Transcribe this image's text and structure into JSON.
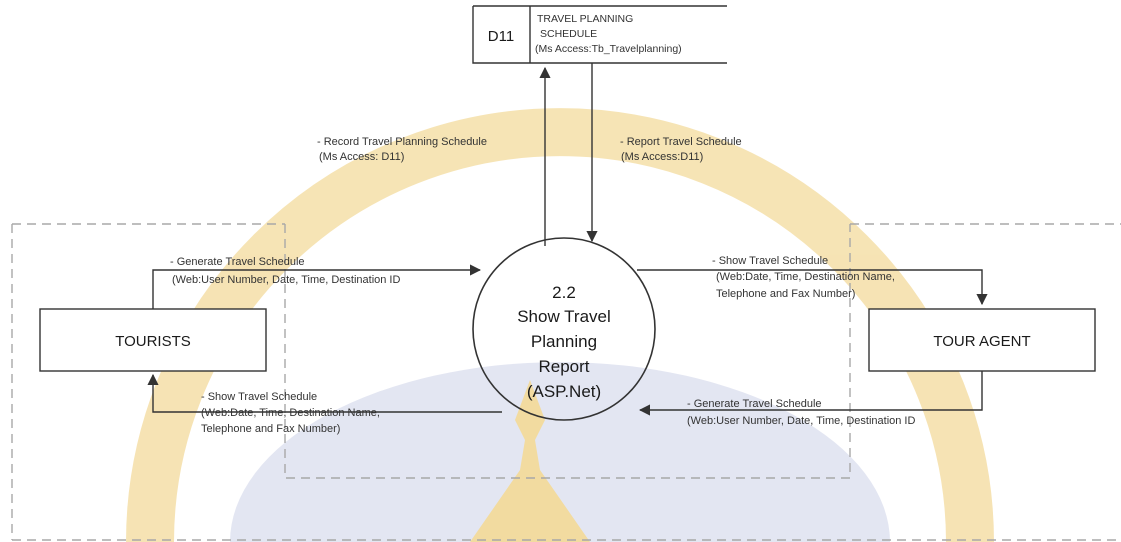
{
  "data_store": {
    "id": "D11",
    "name_line1": "TRAVEL PLANNING",
    "name_line2": "SCHEDULE",
    "source": "(Ms Access:Tb_Travelplanning)"
  },
  "process": {
    "number": "2.2",
    "line1": "Show Travel",
    "line2": "Planning",
    "line3": "Report",
    "line4": "(ASP.Net)"
  },
  "entities": {
    "tourists": "TOURISTS",
    "tour_agent": "TOUR AGENT"
  },
  "flows": {
    "record": {
      "line1": "- Record Travel Planning Schedule",
      "line2": "(Ms Access: D11)"
    },
    "report": {
      "line1": "- Report Travel Schedule",
      "line2": "(Ms Access:D11)"
    },
    "tourist_generate": {
      "line1": "- Generate Travel Schedule",
      "line2": "(Web:User Number, Date, Time, Destination ID"
    },
    "tourist_show": {
      "line1": "- Show Travel Schedule",
      "line2": "(Web:Date, Time, Destination Name,",
      "line3": "Telephone and Fax Number)"
    },
    "agent_show": {
      "line1": "- Show Travel Schedule",
      "line2": "(Web:Date, Time, Destination Name,",
      "line3": "Telephone and Fax Number)"
    },
    "agent_generate": {
      "line1": "- Generate Travel Schedule",
      "line2": "(Web:User Number, Date, Time, Destination ID"
    }
  },
  "colors": {
    "watermark_gold": "#f3d99a",
    "watermark_blue": "#dde0ee",
    "line": "#333333",
    "dashed": "#a8a8a8"
  }
}
